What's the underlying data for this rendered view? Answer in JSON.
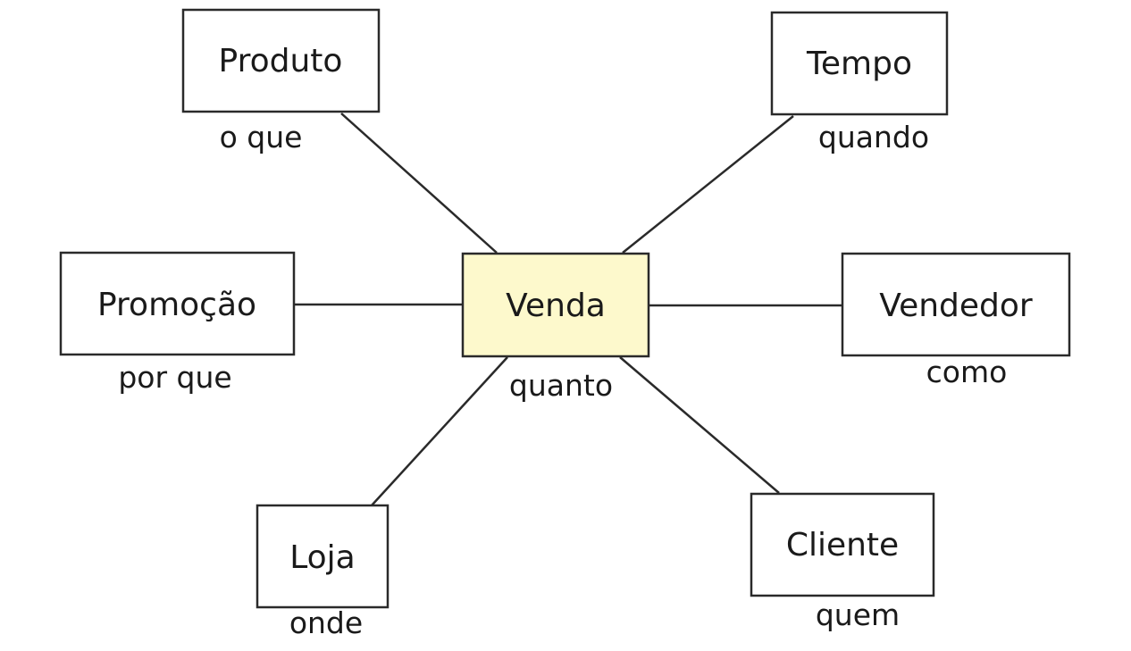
{
  "diagram": {
    "center": {
      "name": "Venda",
      "role": "quanto",
      "fill": "#fdf9cc"
    },
    "nodes": [
      {
        "id": "produto",
        "name": "Produto",
        "role": "o que"
      },
      {
        "id": "tempo",
        "name": "Tempo",
        "role": "quando"
      },
      {
        "id": "promocao",
        "name": "Promoção",
        "role": "por que"
      },
      {
        "id": "vendedor",
        "name": "Vendedor",
        "role": "como"
      },
      {
        "id": "loja",
        "name": "Loja",
        "role": "onde"
      },
      {
        "id": "cliente",
        "name": "Cliente",
        "role": "quem"
      }
    ]
  }
}
